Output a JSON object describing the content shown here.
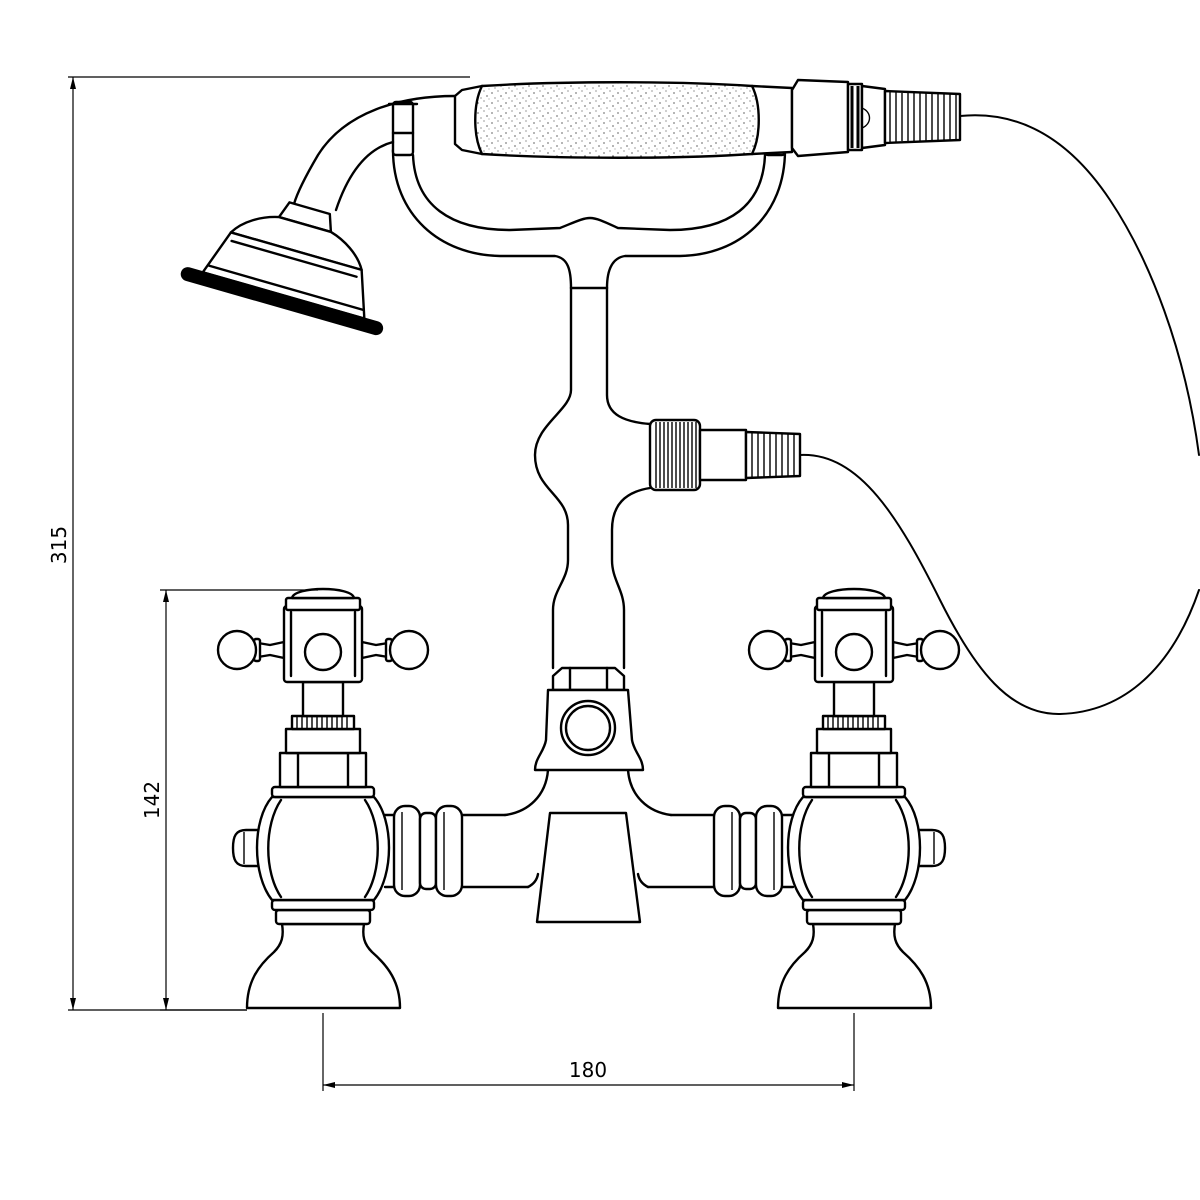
{
  "dimensions": {
    "overall_height": "315",
    "valve_height": "142",
    "valve_spacing": "180"
  },
  "colors": {
    "line": "#000000",
    "background": "#ffffff"
  }
}
